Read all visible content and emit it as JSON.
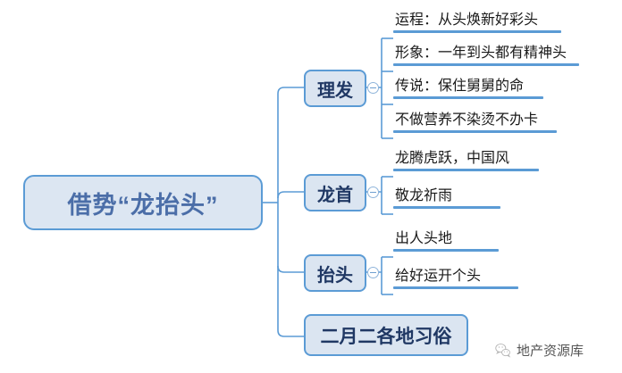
{
  "diagram": {
    "type": "mindmap",
    "root": {
      "label": "借势“龙抬头”"
    },
    "branches": [
      {
        "label": "理发",
        "toggle_icon": "collapse-minus-icon",
        "children": [
          {
            "text": "运程：从头焕新好彩头"
          },
          {
            "text": "形象：一年到头都有精神头"
          },
          {
            "text": "传说：保住舅舅的命"
          },
          {
            "text": "不做营养不染烫不办卡"
          }
        ]
      },
      {
        "label": "龙首",
        "toggle_icon": "collapse-minus-icon",
        "children": [
          {
            "text": "龙腾虎跃，中国风"
          },
          {
            "text": "敬龙祈雨"
          }
        ]
      },
      {
        "label": "抬头",
        "toggle_icon": "collapse-minus-icon",
        "children": [
          {
            "text": "出人头地"
          },
          {
            "text": "给好运开个头"
          }
        ]
      },
      {
        "label": "二月二各地习俗",
        "toggle_icon": null,
        "children": []
      }
    ]
  },
  "watermark": {
    "icon": "wechat-icon",
    "text": "地产资源库"
  },
  "colors": {
    "node_fill": "#dce6f2",
    "node_border": "#5b9bd5",
    "root_text": "#4b6ea8",
    "branch_text": "#203864",
    "leaf_text": "#1a1a1a",
    "connector": "#5b9bd5",
    "leaf_bar": "#5b9bd5",
    "background": "#ffffff"
  }
}
